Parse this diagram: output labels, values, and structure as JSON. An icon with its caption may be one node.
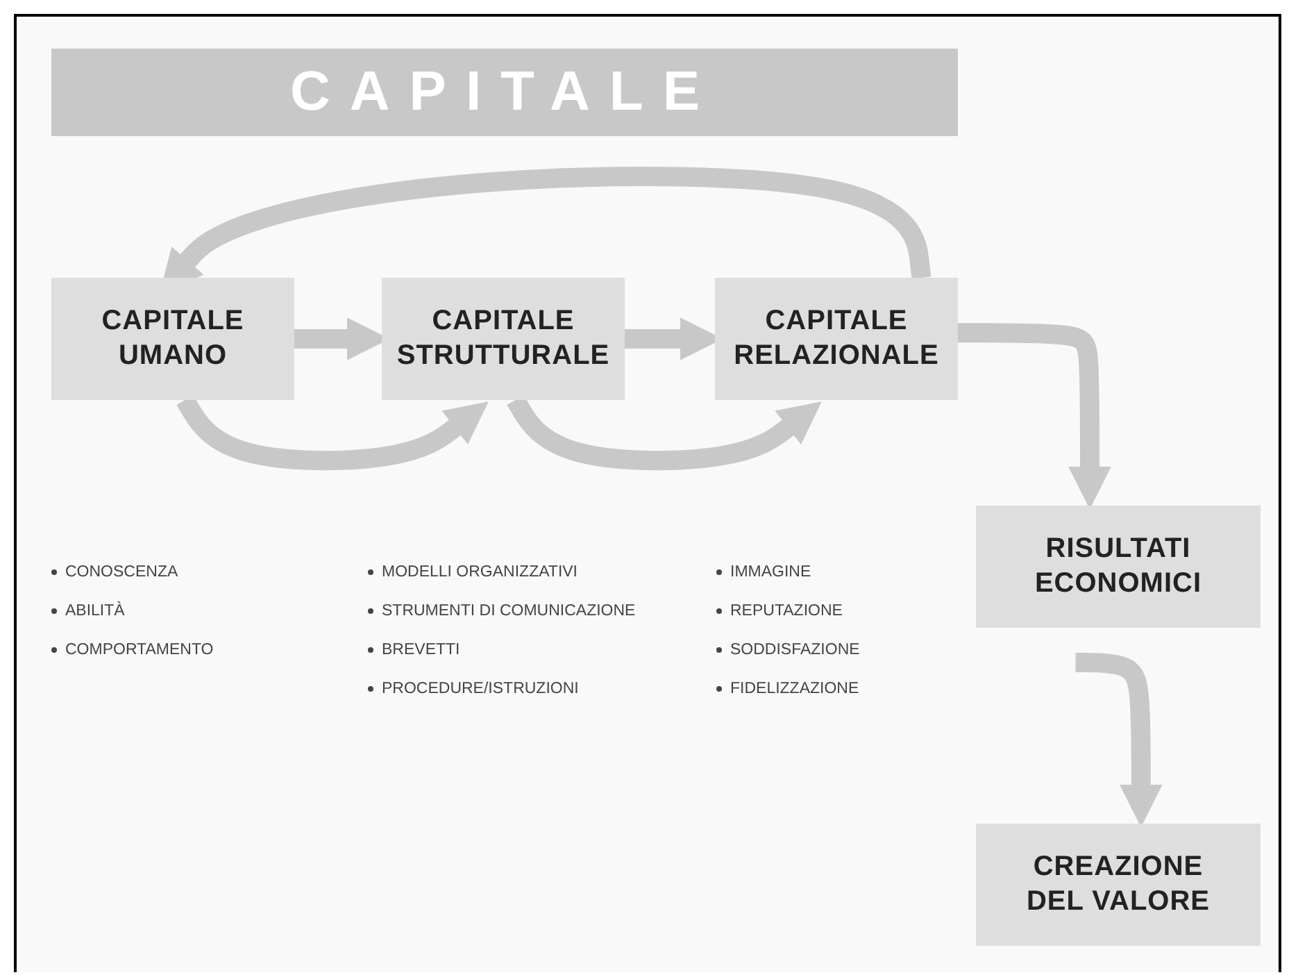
{
  "diagram": {
    "title": "CAPITALE",
    "nodes": [
      {
        "text": [
          "CAPITALE UMANO"
        ]
      },
      {
        "text": [
          "CAPITALE STRUTTURALE"
        ]
      },
      {
        "text": [
          "CAPITALE RELAZIONALE"
        ]
      },
      {
        "text": [
          "RISULTATI ECONOMICI"
        ]
      },
      {
        "text": [
          "CREAZIONE DEL VALORE"
        ]
      }
    ],
    "edges": [
      {
        "from": 0,
        "to": 1,
        "arrow": "to"
      },
      {
        "from": 1,
        "to": 2,
        "arrow": "to"
      },
      {
        "from": 0,
        "to": 1,
        "arrow": "to"
      },
      {
        "from": 1,
        "to": 2,
        "arrow": "to"
      },
      {
        "from": 2,
        "to": 0,
        "arrow": "to"
      },
      {
        "from": 2,
        "to": 3,
        "arrow": "to"
      },
      {
        "from": 3,
        "to": 4,
        "arrow": "to"
      }
    ],
    "labels": [
      "CONOSCENZA",
      "MODELLI ORGANIZZATIVI",
      "IMMAGINE",
      "ABILITÀ",
      "STRUMENTI DI COMUNICAZIONE",
      "REPUTAZIONE",
      "COMPORTAMENTO",
      "BREVETTI",
      "SODDISFAZIONE",
      "PROCEDURE/ISTRUZIONI",
      "FIDELIZZAZIONE"
    ]
  }
}
